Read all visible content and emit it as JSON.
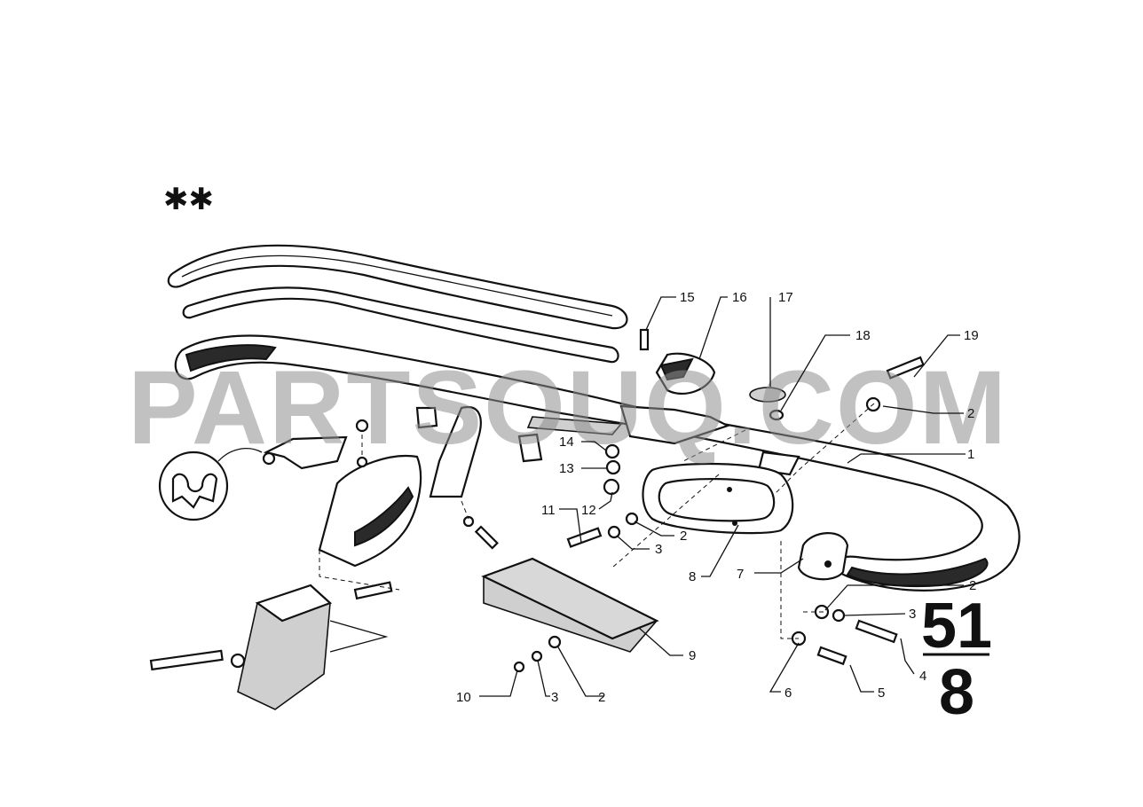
{
  "marks": {
    "stars": "✱✱"
  },
  "watermark": "PARTSOUQ.COM",
  "group": {
    "top": "51",
    "bottom": "8"
  },
  "callouts": {
    "c1": "1",
    "c2a": "2",
    "c2b": "2",
    "c2c": "2",
    "c2d": "2",
    "c3a": "3",
    "c3b": "3",
    "c3c": "3",
    "c4": "4",
    "c5": "5",
    "c6": "6",
    "c7": "7",
    "c8": "8",
    "c9": "9",
    "c10": "10",
    "c11": "11",
    "c12": "12",
    "c13": "13",
    "c14": "14",
    "c15": "15",
    "c16": "16",
    "c17": "17",
    "c18": "18",
    "c19": "19"
  }
}
